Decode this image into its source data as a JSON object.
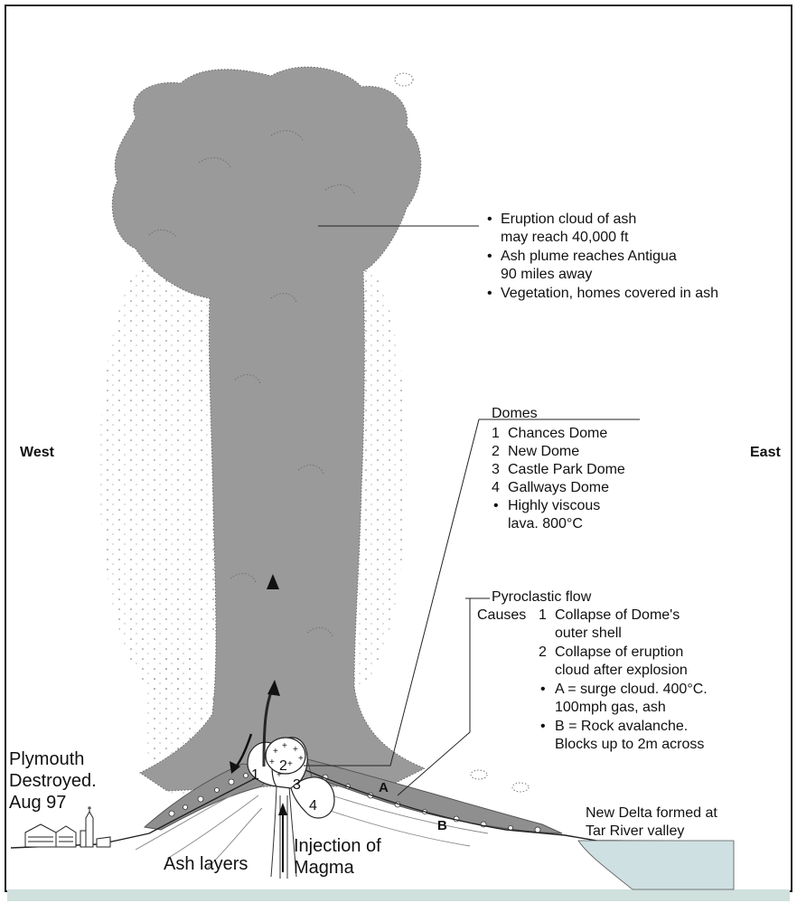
{
  "compass": {
    "west": "West",
    "east": "East"
  },
  "eruption_cloud": {
    "bullets": [
      {
        "bullet": "•",
        "lines": [
          "Eruption cloud of ash",
          "may reach 40,000 ft"
        ]
      },
      {
        "bullet": "•",
        "lines": [
          "Ash plume reaches Antigua",
          "90 miles away"
        ]
      },
      {
        "bullet": "•",
        "lines": [
          "Vegetation, homes covered in ash"
        ]
      }
    ]
  },
  "domes": {
    "heading": "Domes",
    "items": [
      {
        "num": "1",
        "text": "Chances Dome"
      },
      {
        "num": "2",
        "text": "New Dome"
      },
      {
        "num": "3",
        "text": "Castle Park Dome"
      },
      {
        "num": "4",
        "text": "Gallways Dome"
      },
      {
        "num": "•",
        "text": "Highly viscous"
      },
      {
        "num": "",
        "text": "lava. 800°C"
      }
    ],
    "labels": {
      "d1": "1",
      "d2": "2",
      "d3": "3",
      "d4": "4"
    }
  },
  "pyroclastic": {
    "heading": "Pyroclastic flow",
    "causes_label": "Causes",
    "items": [
      {
        "num": "1",
        "lines": [
          "Collapse of Dome's",
          "outer shell"
        ]
      },
      {
        "num": "2",
        "lines": [
          "Collapse of eruption",
          "cloud after explosion"
        ]
      },
      {
        "num": "•",
        "lines": [
          "A = surge cloud. 400°C.",
          "100mph gas, ash"
        ]
      },
      {
        "num": "•",
        "lines": [
          "B = Rock avalanche.",
          "Blocks up to 2m across"
        ]
      }
    ],
    "marker_a": "A",
    "marker_b": "B"
  },
  "plymouth": {
    "lines": [
      "Plymouth",
      "Destroyed.",
      "Aug 97"
    ]
  },
  "ash_layers": "Ash layers",
  "injection": {
    "lines": [
      "Injection of",
      "Magma"
    ]
  },
  "delta": {
    "lines": [
      "New Delta formed at",
      "Tar River valley"
    ]
  },
  "colors": {
    "plume": "#9a9a9a",
    "plume_edge": "#6e6e6e",
    "water": "#cfe0e2",
    "footer": "#cfe0dd",
    "ink": "#111111"
  }
}
